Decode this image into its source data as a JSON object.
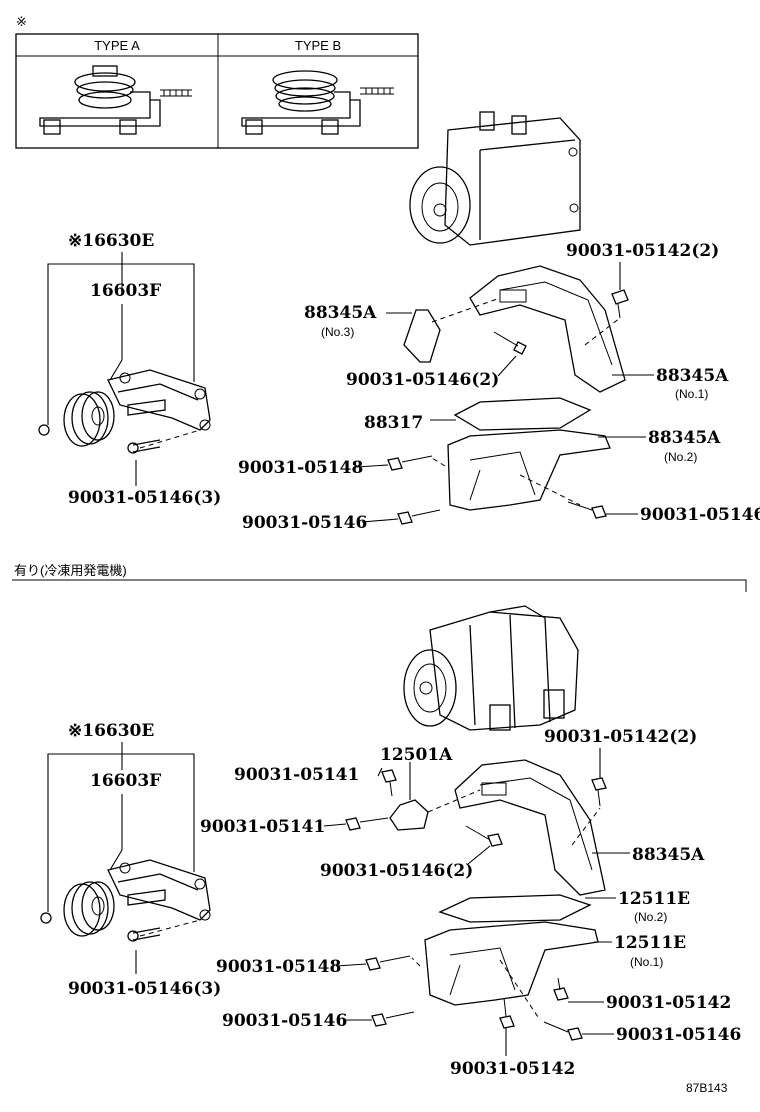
{
  "top": {
    "note_mark": "※",
    "type_a": "TYPE A",
    "type_b": "TYPE B",
    "labels": {
      "p16630e": "※16630E",
      "p16603f": "16603F",
      "b3": "90031-05146(3)",
      "p88345a_no3": "88345A",
      "no3": "(No.3)",
      "b05142_2": "90031-05142(2)",
      "b05146_2": "90031-05146(2)",
      "p88345a_no1": "88345A",
      "no1": "(No.1)",
      "p88317": "88317",
      "p88345a_no2": "88345A",
      "no2": "(No.2)",
      "b05148": "90031-05148",
      "b05146_l": "90031-05146",
      "b05146_r": "90031-05146"
    }
  },
  "section_title": "有り(冷凍用発電機)",
  "bottom": {
    "labels": {
      "p16630e": "※16630E",
      "p16603f": "16603F",
      "b3": "90031-05146(3)",
      "p12501a": "12501A",
      "b05141_a": "90031-05141",
      "b05141_b": "90031-05141",
      "b05142_2": "90031-05142(2)",
      "b05146_2": "90031-05146(2)",
      "p88345a": "88345A",
      "p12511e_no2": "12511E",
      "no2": "(No.2)",
      "p12511e_no1": "12511E",
      "no1": "(No.1)",
      "b05148": "90031-05148",
      "b05142_r": "90031-05142",
      "b05146_l": "90031-05146",
      "b05146_r": "90031-05146",
      "b05142_b": "90031-05142"
    }
  },
  "diagram_code": "87B143"
}
